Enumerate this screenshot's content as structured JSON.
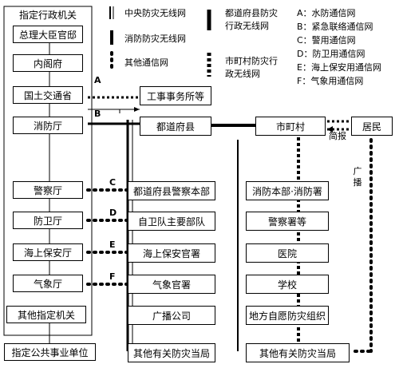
{
  "group_title": "指定行政机关",
  "left_column": [
    "总理大臣官邸",
    "内阁府",
    "国土交通省",
    "消防厅",
    "警察厅",
    "防卫厅",
    "海上保安厅",
    "气象厅",
    "其他指定机关",
    "指定公共事业单位"
  ],
  "top_middle": "工事事务所等",
  "middle_column": [
    "都道府县",
    "都道府县警察本部",
    "自卫队主要部队",
    "海上保安官署",
    "气象官署",
    "广播公司",
    "其他有关防灾当局"
  ],
  "right_column": [
    "市町村",
    "消防本部·消防署",
    "警察署等",
    "医院",
    "学校",
    "地方自愿防灾组织",
    "其他有关防灾当局"
  ],
  "resident": "居民",
  "line_labels": {
    "A": "A",
    "B": "B",
    "C": "C",
    "D": "D",
    "E": "E",
    "F": "F"
  },
  "bottom_notes": {
    "tongbao": "简报",
    "guangbo": "广播"
  },
  "legend": {
    "central": "中央防灾无线网",
    "fire": "消防防灾无线网",
    "other": "其他通信网",
    "prefecture": [
      "都道府县防灾",
      "行政无线网"
    ],
    "municipal": [
      "市町村防灾行",
      "政无线网"
    ],
    "network_list": [
      "A：水防通信网",
      "B：紧急联络通信网",
      "C：警用通信网",
      "D：防卫用通信网",
      "E：海上保安用通信网",
      "F：气象用通信网"
    ]
  }
}
